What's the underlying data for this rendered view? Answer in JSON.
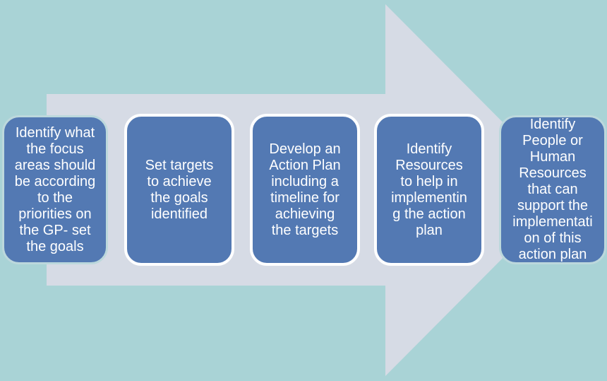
{
  "colors": {
    "background": "#a9d3d6",
    "arrow": "#d6dbe5",
    "box_fill": "#5379b3",
    "box_text": "#ffffff",
    "box_border": "#ffffff"
  },
  "steps": [
    {
      "label": "Identify what\nthe focus\nareas should\nbe according\nto the\npriorities on\nthe GP- set\nthe goals"
    },
    {
      "label": "Set targets\nto achieve\nthe goals\nidentified"
    },
    {
      "label": "Develop an\nAction Plan\nincluding a\ntimeline for\nachieving\nthe targets"
    },
    {
      "label": "Identify\nResources\nto help in\nimplementin\ng the action\nplan"
    },
    {
      "label": "Identify\nPeople or\nHuman\nResources\nthat can\nsupport the\nimplementati\non of this\naction plan"
    }
  ]
}
